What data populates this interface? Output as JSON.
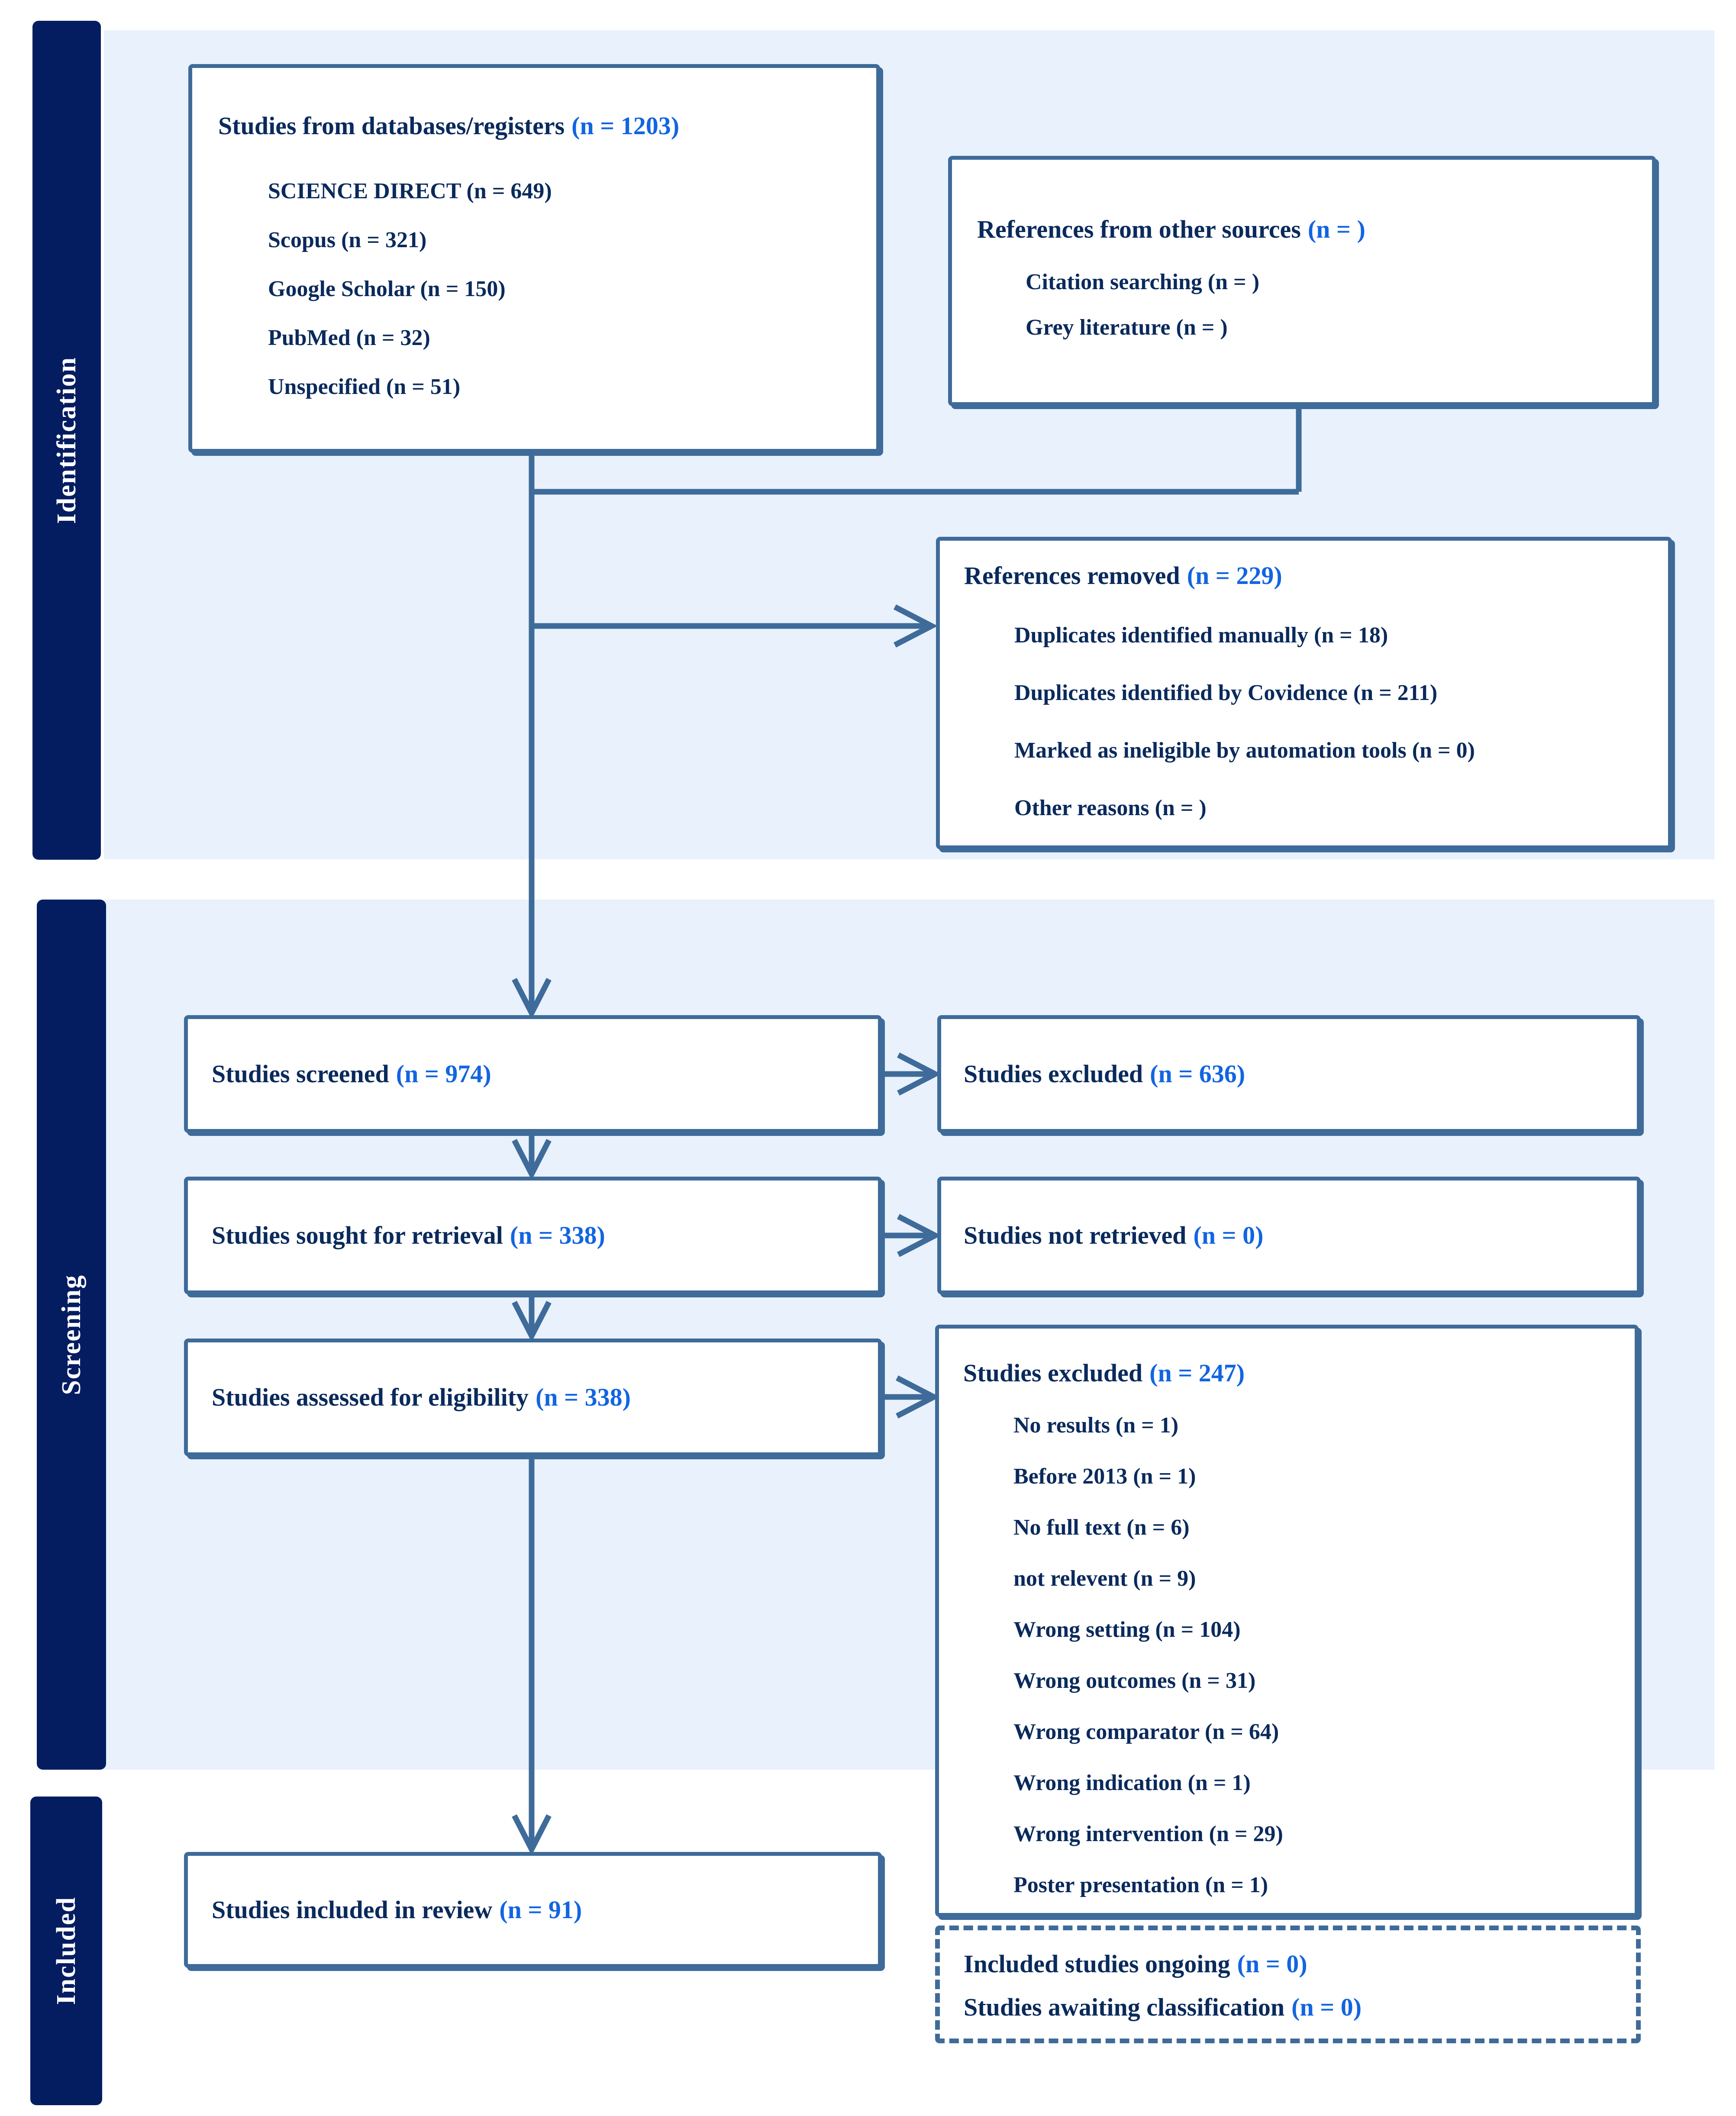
{
  "palette": {
    "band_background": "#E9F1FC",
    "sidebar_navy": "#041D61",
    "box_border_slate": "#3E6B99",
    "label_navy": "#0A2A5C",
    "count_blue": "#1265E1"
  },
  "sidebar": {
    "identification": "Identification",
    "screening": "Screening",
    "included": "Included"
  },
  "boxes": {
    "databases": {
      "title": "Studies from databases/registers",
      "count": "(n = 1203)",
      "items": [
        "SCIENCE DIRECT (n = 649)",
        "Scopus (n = 321)",
        "Google Scholar (n = 150)",
        "PubMed (n = 32)",
        "Unspecified (n = 51)"
      ]
    },
    "other_sources": {
      "title": "References from other sources",
      "count": "(n = )",
      "items": [
        "Citation searching (n = )",
        "Grey literature (n = )"
      ]
    },
    "references_removed": {
      "title": "References removed",
      "count": "(n = 229)",
      "items": [
        "Duplicates identified manually (n = 18)",
        "Duplicates identified by Covidence (n = 211)",
        "Marked as ineligible by automation tools (n = 0)",
        "Other reasons (n = )"
      ]
    },
    "screened": {
      "title": "Studies screened",
      "count": "(n = 974)"
    },
    "excluded_screening": {
      "title": "Studies excluded",
      "count": "(n = 636)"
    },
    "sought": {
      "title": "Studies sought for retrieval",
      "count": "(n = 338)"
    },
    "not_retrieved": {
      "title": "Studies not retrieved",
      "count": "(n = 0)"
    },
    "assessed": {
      "title": "Studies assessed for eligibility",
      "count": "(n = 338)"
    },
    "excluded_eligibility": {
      "title": "Studies excluded",
      "count": "(n = 247)",
      "items": [
        "No results (n = 1)",
        "Before 2013 (n = 1)",
        "No full text (n = 6)",
        "not relevent (n = 9)",
        "Wrong setting (n = 104)",
        "Wrong outcomes (n = 31)",
        "Wrong comparator (n = 64)",
        "Wrong indication (n = 1)",
        "Wrong intervention (n = 29)",
        "Poster presentation (n = 1)"
      ]
    },
    "included_review": {
      "title": "Studies included in review",
      "count": "(n = 91)"
    },
    "awaiting": {
      "line1_title": "Included studies ongoing",
      "line1_count": "(n = 0)",
      "line2_title": "Studies awaiting classification",
      "line2_count": "(n = 0)"
    }
  }
}
